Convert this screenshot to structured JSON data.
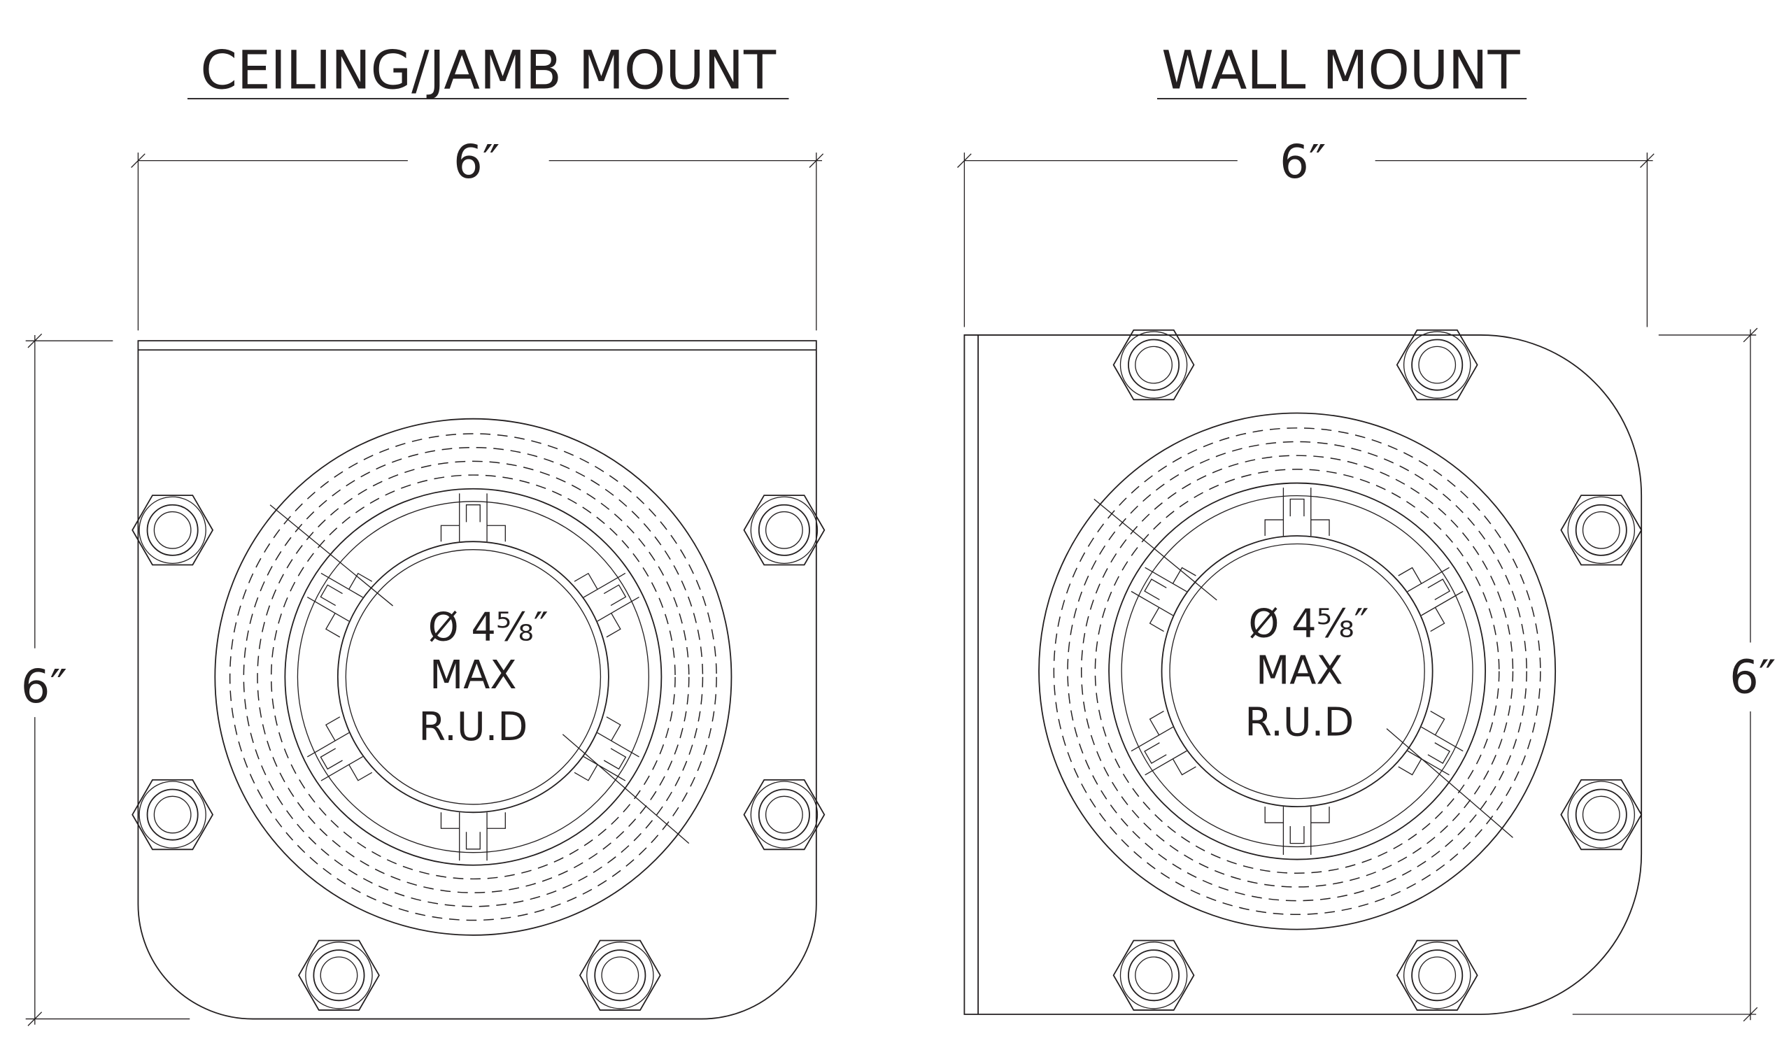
{
  "diagram": {
    "views": [
      {
        "title": "CEILING/JAMB MOUNT",
        "width_dim": "6″",
        "height_dim": "6″",
        "diameter_label": "Ø 4⅝″",
        "max_label": "MAX",
        "rud_label": "R.U.D"
      },
      {
        "title": "WALL MOUNT",
        "width_dim": "6″",
        "height_dim": "6″",
        "diameter_label": "Ø 4⅝″",
        "max_label": "MAX",
        "rud_label": "R.U.D"
      }
    ],
    "line_color": "#231f20"
  }
}
